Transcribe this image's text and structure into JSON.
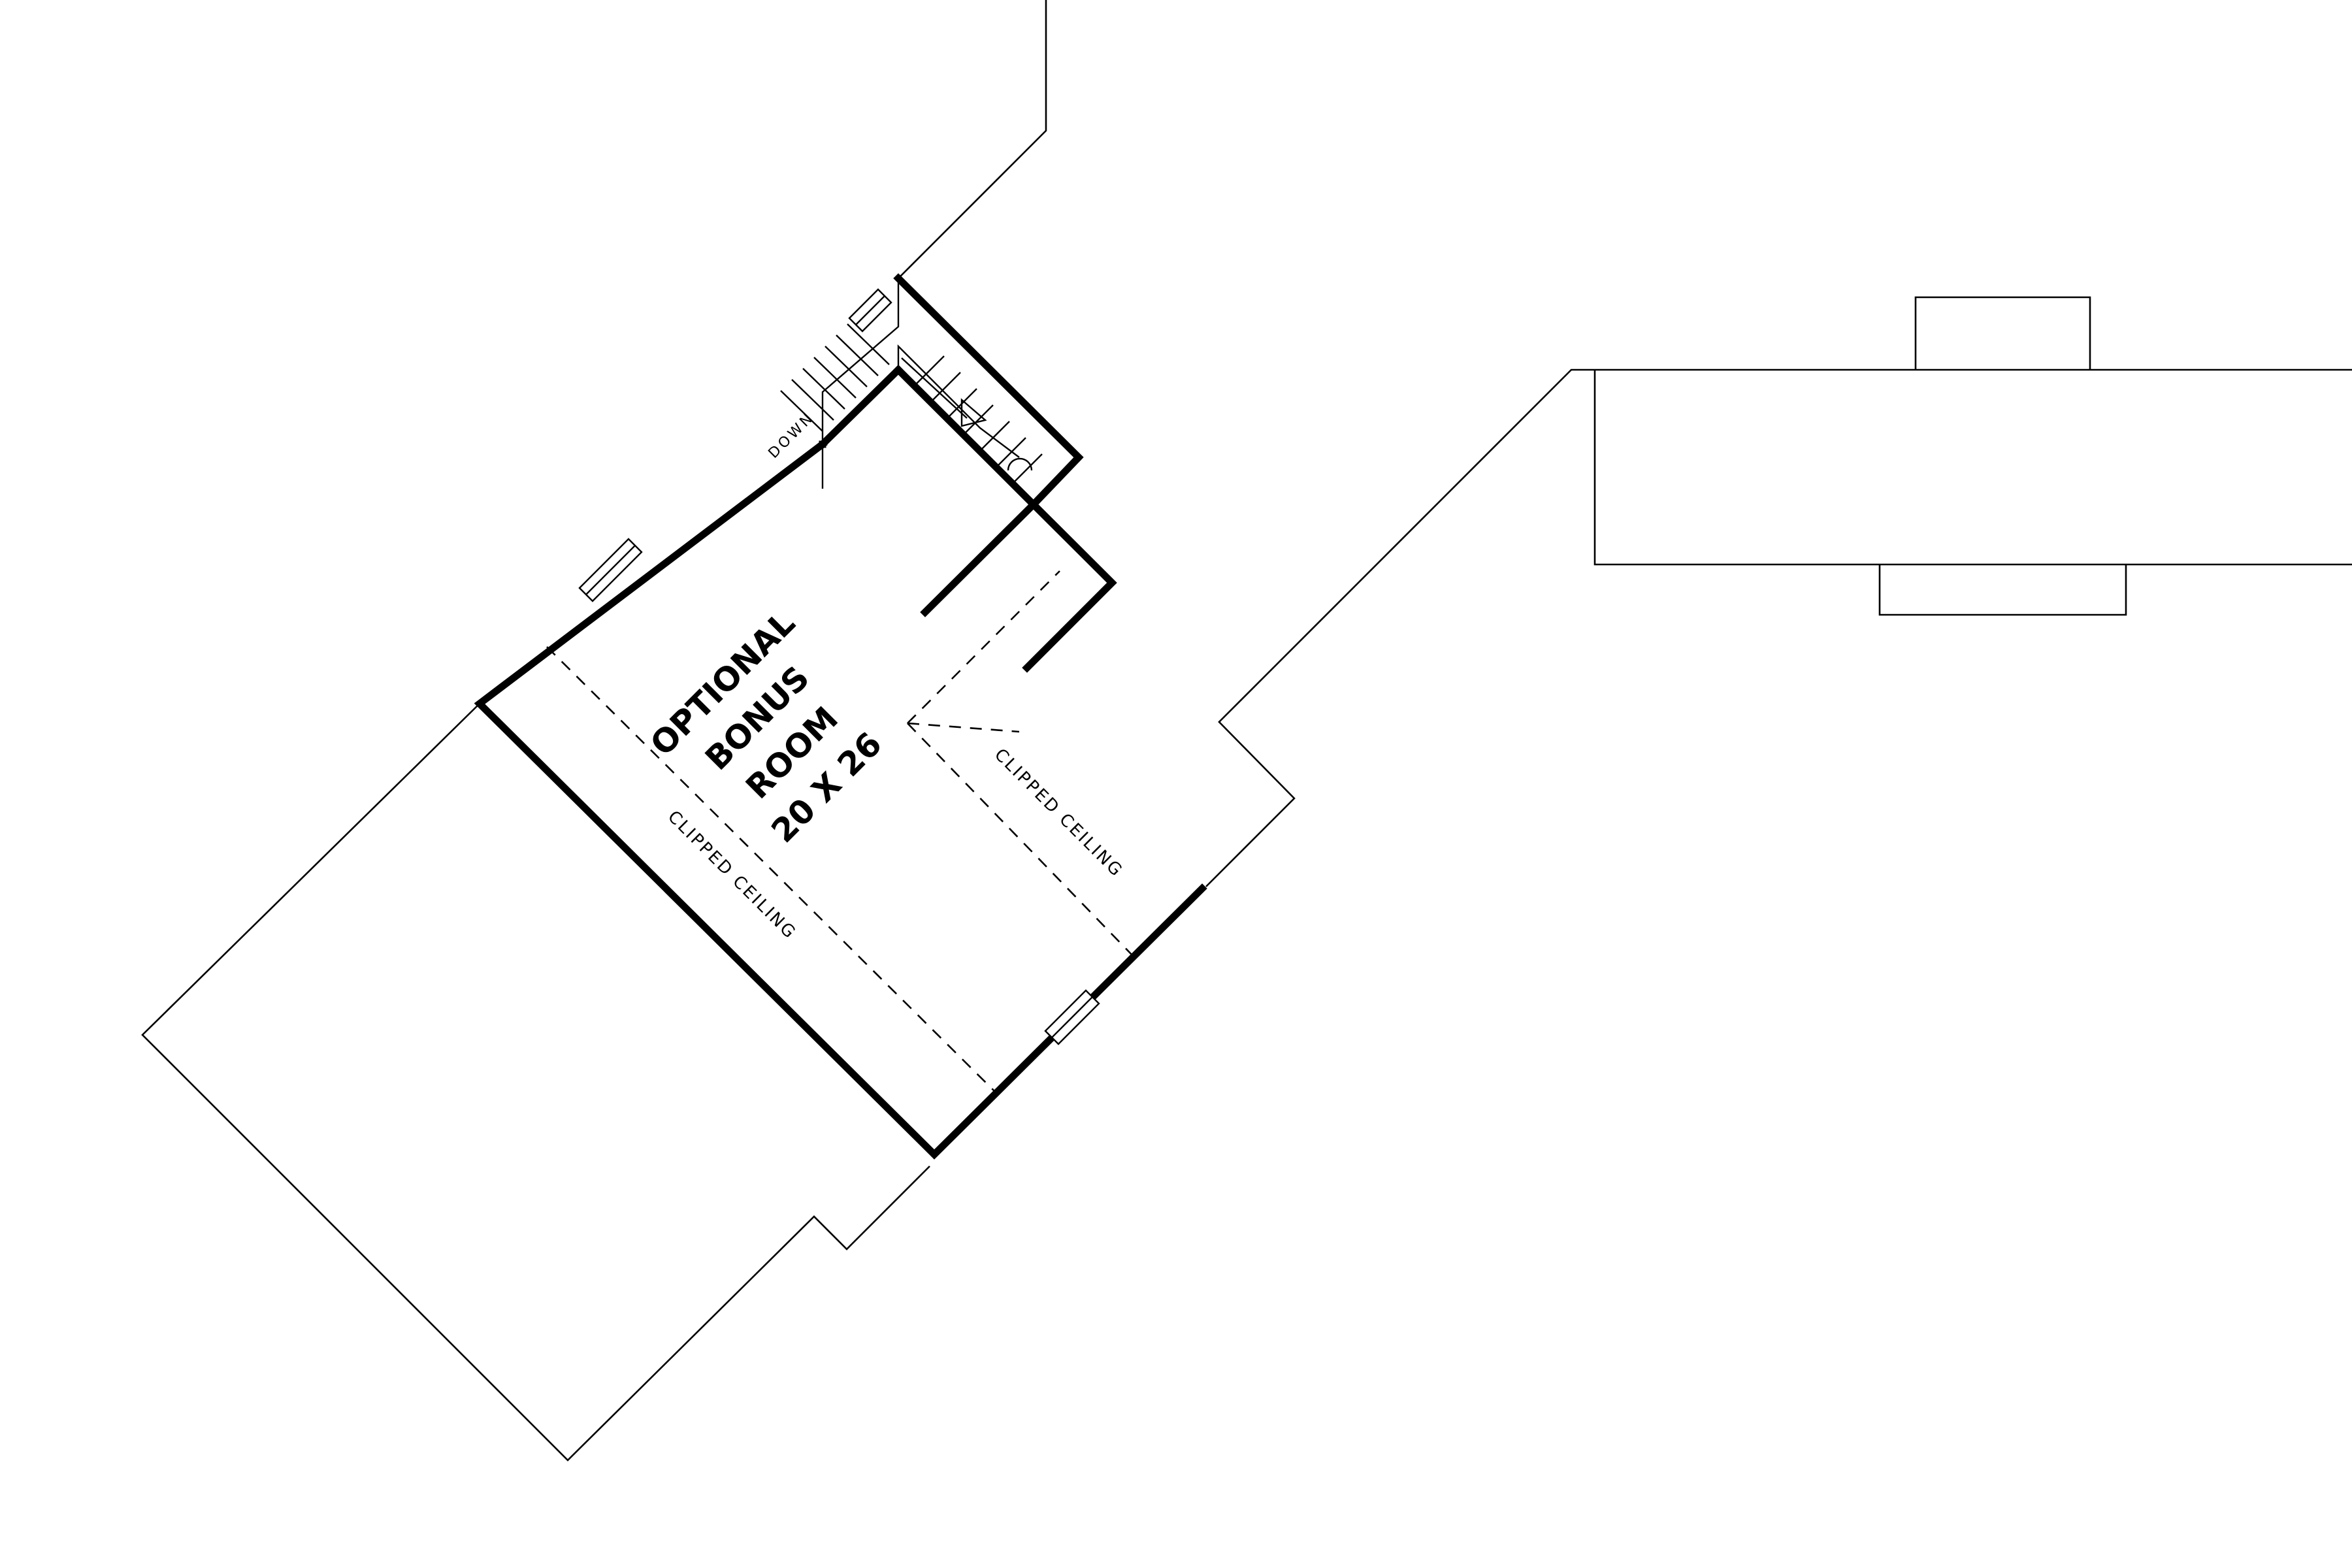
{
  "room": {
    "label_line1": "OPTIONAL",
    "label_line2": "BONUS",
    "label_line3": "ROOM",
    "dimensions": "20 X 26"
  },
  "notes": {
    "clipped_ceiling_left": "CLIPPED CEILING",
    "clipped_ceiling_right": "CLIPPED CEILING"
  },
  "stair": {
    "direction_label": "DOWN"
  }
}
